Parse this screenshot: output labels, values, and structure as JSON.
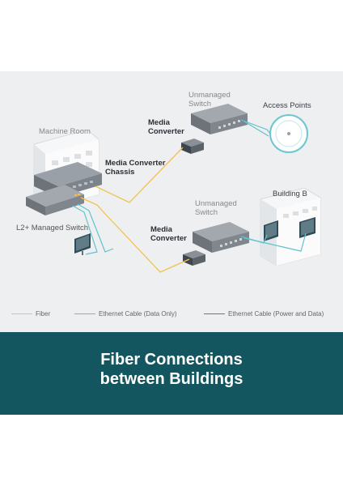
{
  "labels": {
    "unmanaged_switch_top": [
      "Unmanaged",
      "Switch"
    ],
    "access_points": "Access Points",
    "media_converter_top": [
      "Media",
      "Converter"
    ],
    "machine_room": "Machine Room",
    "media_converter_chassis": [
      "Media Converter",
      "Chassis"
    ],
    "building_b": "Building B",
    "unmanaged_switch_bottom": [
      "Unmanaged",
      "Switch"
    ],
    "l2_managed_switch": "L2+ Managed Switch",
    "media_converter_bottom": [
      "Media",
      "Converter"
    ]
  },
  "legend": [
    {
      "label": "Fiber",
      "color": "#f2c24a"
    },
    {
      "label": "Ethernet Cable (Data Only)",
      "color": "#5fc3cc"
    },
    {
      "label": "Ethernet Cable (Power and Data)",
      "color": "#c9505a"
    }
  ],
  "banner": {
    "title_line1": "Fiber Connections",
    "title_line2": "between Buildings"
  },
  "colors": {
    "background": "#eeeff0",
    "banner": "#14565f",
    "fiber": "#f2c24a",
    "ethernet_data": "#5fc3cc",
    "ethernet_power": "#c9505a",
    "device_gray": "#7c8189"
  }
}
